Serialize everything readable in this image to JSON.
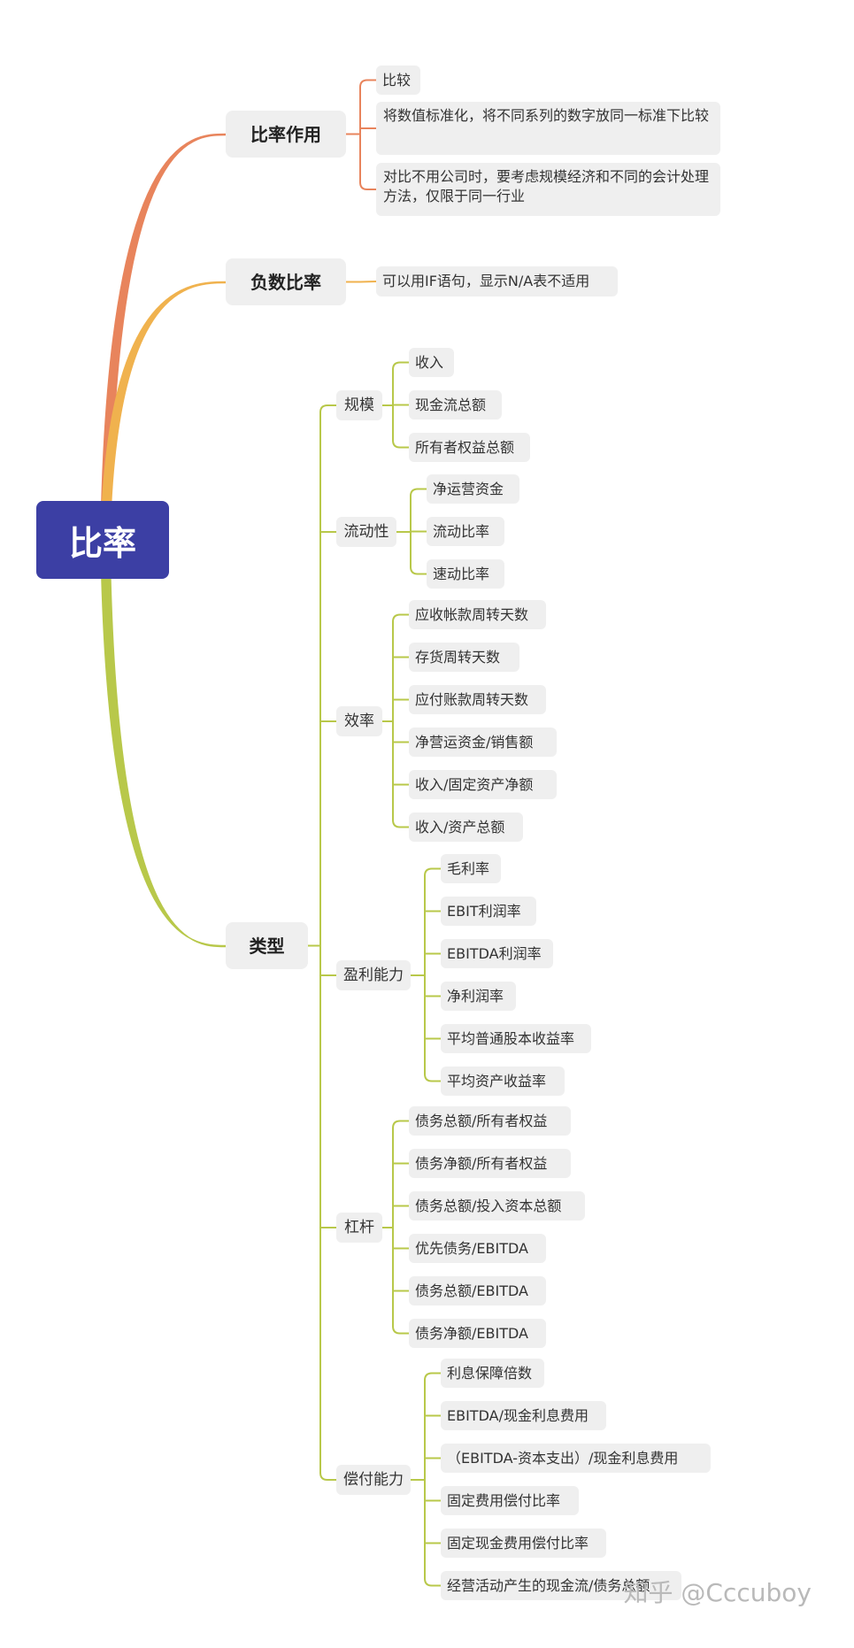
{
  "root": {
    "label": "比率"
  },
  "branches": [
    {
      "label": "比率作用",
      "color": "#e8845c",
      "leaves": [
        "比较",
        "将数值标准化，将不同系列的数字放同一标准下比较",
        "对比不用公司时，要考虑规模经济和不同的会计处理方法，仅限于同一行业"
      ]
    },
    {
      "label": "负数比率",
      "color": "#f0b24e",
      "leaves": [
        "可以用IF语句，显示N/A表不适用"
      ]
    },
    {
      "label": "类型",
      "color": "#b8c84a",
      "groups": [
        {
          "label": "规模",
          "leaves": [
            "收入",
            "现金流总额",
            "所有者权益总额"
          ]
        },
        {
          "label": "流动性",
          "leaves": [
            "净运营资金",
            "流动比率",
            "速动比率"
          ]
        },
        {
          "label": "效率",
          "leaves": [
            "应收帐款周转天数",
            "存货周转天数",
            "应付账款周转天数",
            "净营运资金/销售额",
            "收入/固定资产净额",
            "收入/资产总额"
          ]
        },
        {
          "label": "盈利能力",
          "leaves": [
            "毛利率",
            "EBIT利润率",
            "EBITDA利润率",
            "净利润率",
            "平均普通股本收益率",
            "平均资产收益率"
          ]
        },
        {
          "label": "杠杆",
          "leaves": [
            "债务总额/所有者权益",
            "债务净额/所有者权益",
            "债务总额/投入资本总额",
            "优先债务/EBITDA",
            "债务总额/EBITDA",
            "债务净额/EBITDA"
          ]
        },
        {
          "label": "偿付能力",
          "leaves": [
            "利息保障倍数",
            "EBITDA/现金利息费用",
            "（EBITDA-资本支出）/现金利息费用",
            "固定费用偿付比率",
            "固定现金费用偿付比率",
            "经营活动产生的现金流/债务总额"
          ]
        }
      ]
    }
  ],
  "watermark": "知乎 @Cccuboy"
}
